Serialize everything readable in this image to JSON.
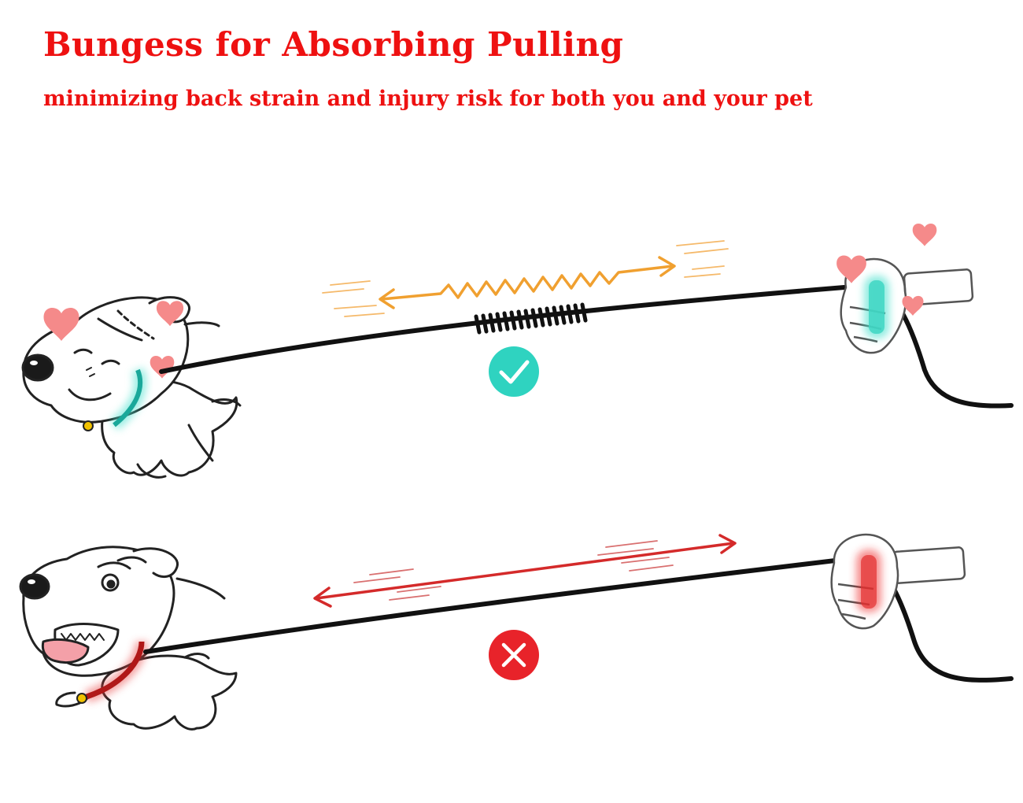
{
  "header": {
    "title": "Bungess for Absorbing Pulling",
    "subtitle": "minimizing back strain and injury risk for both you and your pet"
  },
  "colors": {
    "title_red": "#ee1111",
    "check_teal": "#2fd3c0",
    "cross_red": "#e8232a",
    "arrow_orange": "#f0a030",
    "arrow_red": "#d42a2a",
    "heart_pink": "#f58a8a",
    "collar_teal": "#44e0cc",
    "collar_red": "#d42020",
    "leash_black": "#111111"
  },
  "panels": [
    {
      "id": "with-bungee",
      "status": "correct",
      "status_icon": "check-icon"
    },
    {
      "id": "without-bungee",
      "status": "wrong",
      "status_icon": "cross-icon"
    }
  ]
}
